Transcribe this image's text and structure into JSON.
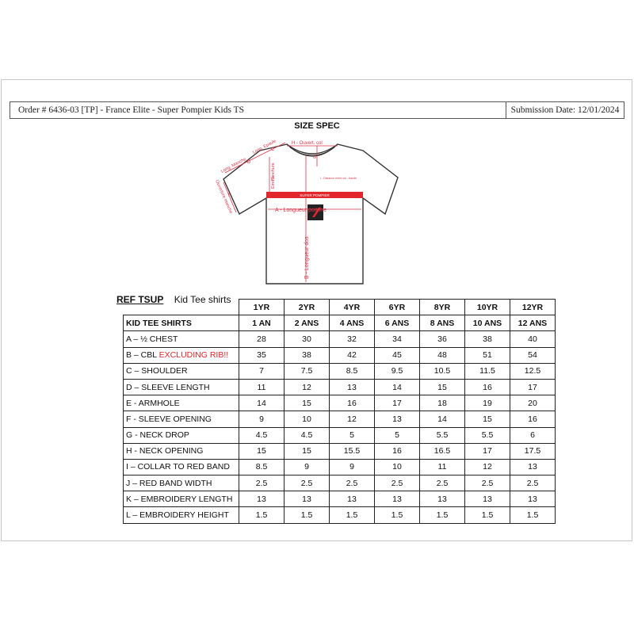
{
  "header": {
    "order": "Order # 6436-03 [TP] - France Elite - Super Pompier Kids TS",
    "submission_date": "Submission Date: 12/01/2024"
  },
  "title": "SIZE SPEC",
  "diagram": {
    "labels": {
      "long_manche": "Long. Manche",
      "long_epaule": "Long. Epaule",
      "h_ouvert_col": "H - Ouvert. col",
      "emmanchure": "Emmanchure",
      "ouverture_manche": "Ouverture manche",
      "distance_note": "I - Distance entre col - bande",
      "band_text": "SUPER POMPIER",
      "a_label": "A - Longueur poitrine",
      "b_label": "B - Longueur dos",
      "letter_c": "C",
      "letter_d": "D",
      "letter_e": "E",
      "letter_f": "F",
      "letter_g": "G"
    },
    "colors": {
      "measure_red": "#d9364a",
      "band_red": "#e3262b",
      "outline": "#333333"
    }
  },
  "ref": {
    "code": "REF TSUP",
    "description": "Kid Tee shirts"
  },
  "table": {
    "sizes_yr": [
      "1YR",
      "2YR",
      "4YR",
      "6YR",
      "8YR",
      "10YR",
      "12YR"
    ],
    "row_header": "KID TEE SHIRTS",
    "sizes_fr": [
      "1 AN",
      "2 ANS",
      "4 ANS",
      "6 ANS",
      "8 ANS",
      "10 ANS",
      "12 ANS"
    ],
    "rows": [
      {
        "label": "A – ½ CHEST",
        "label_red": "",
        "values": [
          "28",
          "30",
          "32",
          "34",
          "36",
          "38",
          "40"
        ]
      },
      {
        "label": "B – CBL ",
        "label_red": "EXCLUDING RIB!!",
        "values": [
          "35",
          "38",
          "42",
          "45",
          "48",
          "51",
          "54"
        ]
      },
      {
        "label": "C – SHOULDER",
        "label_red": "",
        "values": [
          "7",
          "7.5",
          "8.5",
          "9.5",
          "10.5",
          "11.5",
          "12.5"
        ]
      },
      {
        "label": "D – SLEEVE LENGTH",
        "label_red": "",
        "values": [
          "11",
          "12",
          "13",
          "14",
          "15",
          "16",
          "17"
        ]
      },
      {
        "label": "E - ARMHOLE",
        "label_red": "",
        "values": [
          "14",
          "15",
          "16",
          "17",
          "18",
          "19",
          "20"
        ]
      },
      {
        "label": "F - SLEEVE OPENING",
        "label_red": "",
        "values": [
          "9",
          "10",
          "12",
          "13",
          "14",
          "15",
          "16"
        ]
      },
      {
        "label": "G - NECK DROP",
        "label_red": "",
        "values": [
          "4.5",
          "4.5",
          "5",
          "5",
          "5.5",
          "5.5",
          "6"
        ]
      },
      {
        "label": "H - NECK OPENING",
        "label_red": "",
        "values": [
          "15",
          "15",
          "15.5",
          "16",
          "16.5",
          "17",
          "17.5"
        ]
      },
      {
        "label": "I – COLLAR TO RED BAND",
        "label_red": "",
        "values": [
          "8.5",
          "9",
          "9",
          "10",
          "11",
          "12",
          "13"
        ]
      },
      {
        "label": "J – RED BAND WIDTH",
        "label_red": "",
        "values": [
          "2.5",
          "2.5",
          "2.5",
          "2.5",
          "2.5",
          "2.5",
          "2.5"
        ]
      },
      {
        "label": "K – EMBROIDERY LENGTH",
        "label_red": "",
        "values": [
          "13",
          "13",
          "13",
          "13",
          "13",
          "13",
          "13"
        ]
      },
      {
        "label": "L – EMBROIDERY HEIGHT",
        "label_red": "",
        "values": [
          "1.5",
          "1.5",
          "1.5",
          "1.5",
          "1.5",
          "1.5",
          "1.5"
        ]
      }
    ]
  }
}
